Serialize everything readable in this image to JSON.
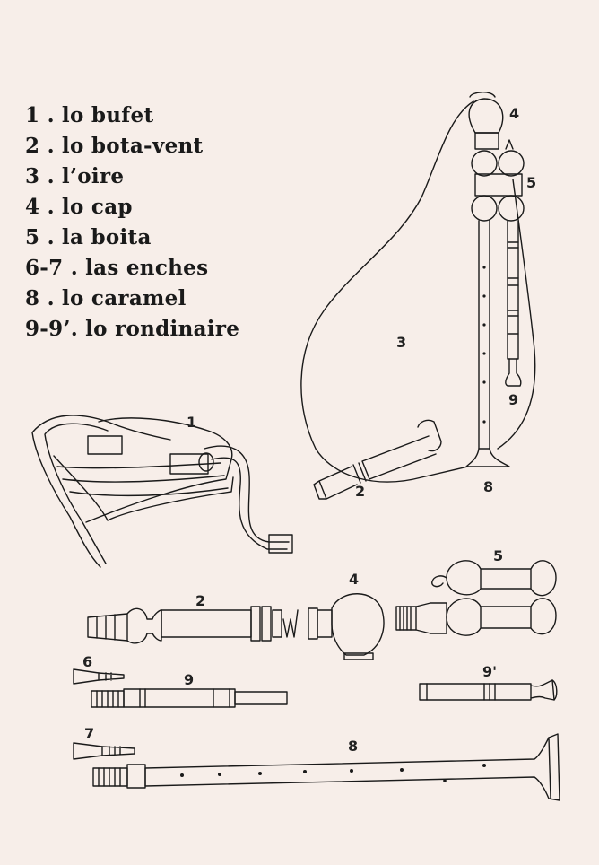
{
  "legend": [
    {
      "num": "1 .",
      "text": "lo bufet"
    },
    {
      "num": "2 .",
      "text": "lo bota-vent"
    },
    {
      "num": "3 .",
      "text": "l’oire"
    },
    {
      "num": "4 .",
      "text": "lo cap"
    },
    {
      "num": "5 .",
      "text": "la boita"
    },
    {
      "num": "6-7 .",
      "text": "las enches"
    },
    {
      "num": "8 .",
      "text": "lo caramel"
    },
    {
      "num": "9-9’.",
      "text": "lo rondinaire"
    }
  ],
  "callouts": {
    "assembled": {
      "n4": "4",
      "n5": "5",
      "n3": "3",
      "n9": "9",
      "n2": "2",
      "n8": "8"
    },
    "bellows": "1",
    "parts": {
      "n2": "2",
      "n4": "4",
      "n5": "5",
      "n6": "6",
      "n9": "9",
      "n9p": "9'",
      "n7": "7",
      "n8": "8"
    }
  },
  "colors": {
    "paper": "#f7eee9",
    "ink": "#1a1a1a"
  }
}
